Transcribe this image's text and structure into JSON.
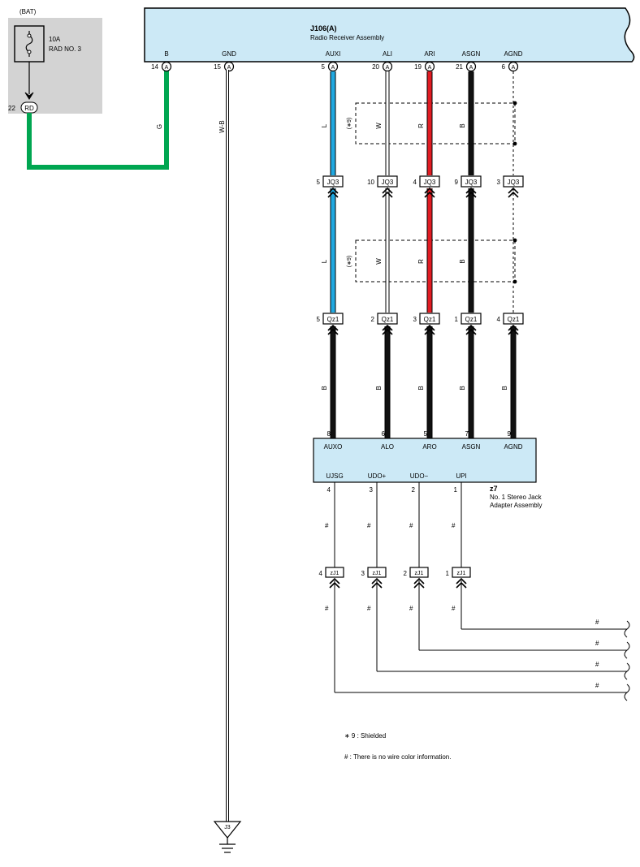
{
  "battery": {
    "source": "(BAT)",
    "fuse_rating": "10A",
    "fuse_name": "RAD NO. 3",
    "out_pin": "22",
    "out_conn": "RD"
  },
  "radio": {
    "id": "J106(A)",
    "name": "Radio Receiver Assembly",
    "conn": "A",
    "pins": [
      {
        "num": "14",
        "label": "B"
      },
      {
        "num": "15",
        "label": "GND"
      },
      {
        "num": "5",
        "label": "AUXI"
      },
      {
        "num": "20",
        "label": "ALI"
      },
      {
        "num": "19",
        "label": "ARI"
      },
      {
        "num": "21",
        "label": "ASGN"
      },
      {
        "num": "6",
        "label": "AGND"
      }
    ]
  },
  "wires": {
    "bat_to_radio": {
      "color_code": "G",
      "color": "#00a651"
    },
    "gnd": {
      "color_code": "W-B"
    },
    "shield_note": "(∗9)",
    "colors": {
      "L": "#20a8e0",
      "W": "#ffffff",
      "R": "#e11b22",
      "B": "#111111"
    },
    "upper": [
      "L",
      "W",
      "R",
      "B",
      ""
    ],
    "middle": [
      "L",
      "W",
      "R",
      "B",
      ""
    ],
    "lower": [
      "B",
      "B",
      "B",
      "B",
      "B"
    ]
  },
  "jq3": {
    "name": "JQ3",
    "pins": [
      "5",
      "10",
      "4",
      "9",
      "3"
    ]
  },
  "qz1": {
    "name": "Qz1",
    "pins": [
      "5",
      "2",
      "3",
      "1",
      "4"
    ]
  },
  "stereo": {
    "id": "z7",
    "name_line1": "No.  1 Stereo Jack",
    "name_line2": "Adapter Assembly",
    "top_pins": [
      {
        "num": "8",
        "label": "AUXO"
      },
      {
        "num": "6",
        "label": "ALO"
      },
      {
        "num": "5",
        "label": "ARO"
      },
      {
        "num": "7",
        "label": "ASGN"
      },
      {
        "num": "9",
        "label": "AGND"
      }
    ],
    "bottom_pins": [
      {
        "num": "4",
        "label": "UJSG"
      },
      {
        "num": "3",
        "label": "UDO+"
      },
      {
        "num": "2",
        "label": "UDO−"
      },
      {
        "num": "1",
        "label": "UPI"
      }
    ]
  },
  "zj1": {
    "name": "zJ1",
    "pins": [
      "4",
      "3",
      "2",
      "1"
    ]
  },
  "no_color_mark": "#",
  "ground": {
    "name": "J3"
  },
  "notes": {
    "shielded": "∗ 9 : Shielded",
    "no_color": "# : There is no wire color information."
  }
}
